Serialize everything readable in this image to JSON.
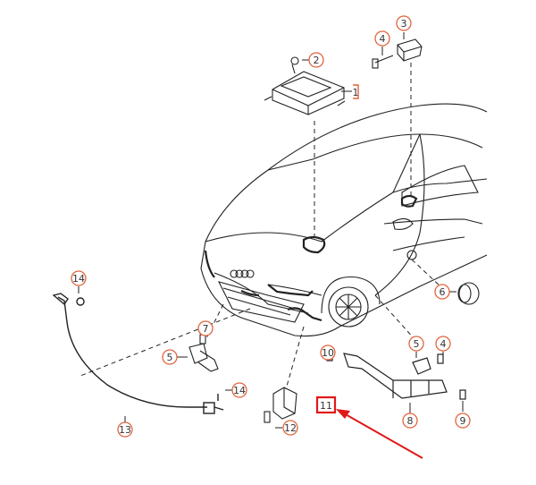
{
  "callouts": [
    {
      "id": "c1",
      "label": "1"
    },
    {
      "id": "c2",
      "label": "2"
    },
    {
      "id": "c3",
      "label": "3"
    },
    {
      "id": "c4a",
      "label": "4"
    },
    {
      "id": "c4b",
      "label": "4"
    },
    {
      "id": "c5a",
      "label": "5"
    },
    {
      "id": "c5b",
      "label": "5"
    },
    {
      "id": "c6",
      "label": "6"
    },
    {
      "id": "c7",
      "label": "7"
    },
    {
      "id": "c8",
      "label": "8"
    },
    {
      "id": "c9",
      "label": "9"
    },
    {
      "id": "c10",
      "label": "10"
    },
    {
      "id": "c11",
      "label": "11"
    },
    {
      "id": "c12",
      "label": "12"
    },
    {
      "id": "c13",
      "label": "13"
    },
    {
      "id": "c14a",
      "label": "14"
    },
    {
      "id": "c14b",
      "label": "14"
    }
  ],
  "colors": {
    "callout_ring": "#e0643c",
    "highlight": "#e01818",
    "line": "#222222"
  }
}
